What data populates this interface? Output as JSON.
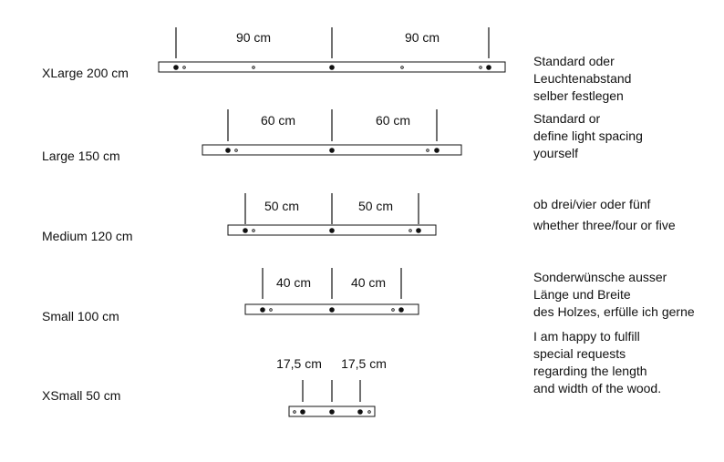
{
  "lamps": [
    {
      "label": "XLarge 200 cm",
      "spacings": [
        "90 cm",
        "90 cm"
      ]
    },
    {
      "label": "Large 150 cm",
      "spacings": [
        "60 cm",
        "60 cm"
      ]
    },
    {
      "label": "Medium 120 cm",
      "spacings": [
        "50 cm",
        "50 cm"
      ]
    },
    {
      "label": "Small 100 cm",
      "spacings": [
        "40 cm",
        "40 cm"
      ]
    },
    {
      "label": "XSmall 50 cm",
      "spacings": [
        "17,5 cm",
        "17,5 cm"
      ]
    }
  ],
  "notes": [
    {
      "lines": [
        "Standard oder",
        "Leuchtenabstand",
        "selber festlegen"
      ]
    },
    {
      "lines": [
        "Standard or",
        "define light spacing",
        "yourself"
      ]
    },
    {
      "lines": [
        "ob drei/vier oder fünf"
      ]
    },
    {
      "lines": [
        "whether three/four or five"
      ]
    },
    {
      "lines": [
        "Sonderwünsche ausser",
        "Länge und Breite",
        "des Holzes, erfülle ich gerne"
      ]
    },
    {
      "lines": [
        "I am happy to fulfill",
        "special requests",
        "regarding the length",
        "and width of the wood."
      ]
    }
  ],
  "colors": {
    "ink": "#111111",
    "background": "#ffffff"
  }
}
